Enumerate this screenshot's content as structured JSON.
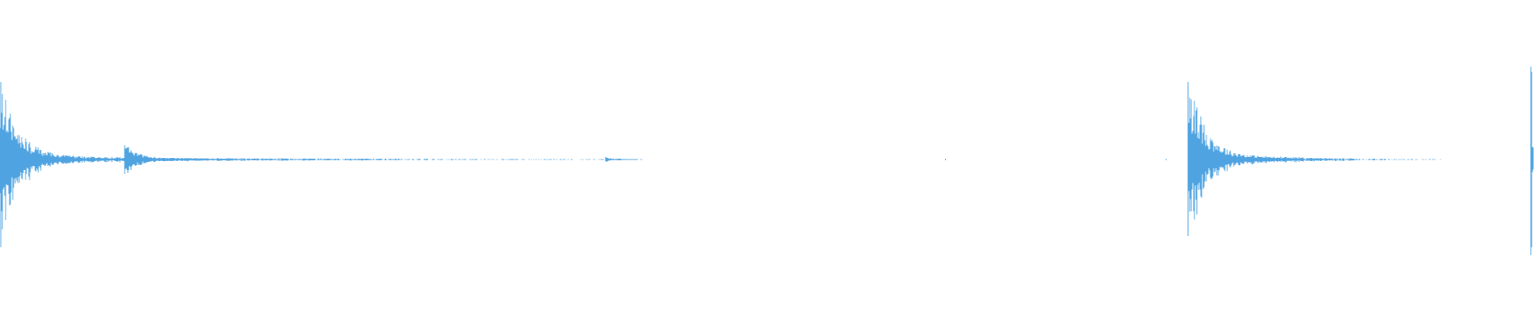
{
  "waveform": {
    "color": "#4fa3e0",
    "background": "#ffffff",
    "duration_fraction_markers": [
      0.0,
      0.081,
      0.395,
      0.616,
      0.76,
      0.775,
      0.998
    ],
    "bursts": [
      {
        "start": 0.0,
        "peak_amplitude": 0.92,
        "decay_end": 0.08,
        "tail_end": 0.4,
        "tail_amplitude": 0.035
      },
      {
        "start": 0.081,
        "peak_amplitude": 0.2,
        "decay_end": 0.13,
        "tail_end": 0.25,
        "tail_amplitude": 0.02
      },
      {
        "start": 0.395,
        "peak_amplitude": 0.02,
        "decay_end": 0.41,
        "tail_end": 0.42,
        "tail_amplitude": 0.01
      },
      {
        "start": 0.7745,
        "peak_amplitude": 1.0,
        "decay_end": 0.85,
        "tail_end": 0.94,
        "tail_amplitude": 0.035
      },
      {
        "start": 0.998,
        "peak_amplitude": 1.1,
        "decay_end": 1.0,
        "tail_end": 1.0,
        "tail_amplitude": 0.2
      }
    ],
    "isolated_dots": [
      0.616,
      0.76
    ]
  }
}
